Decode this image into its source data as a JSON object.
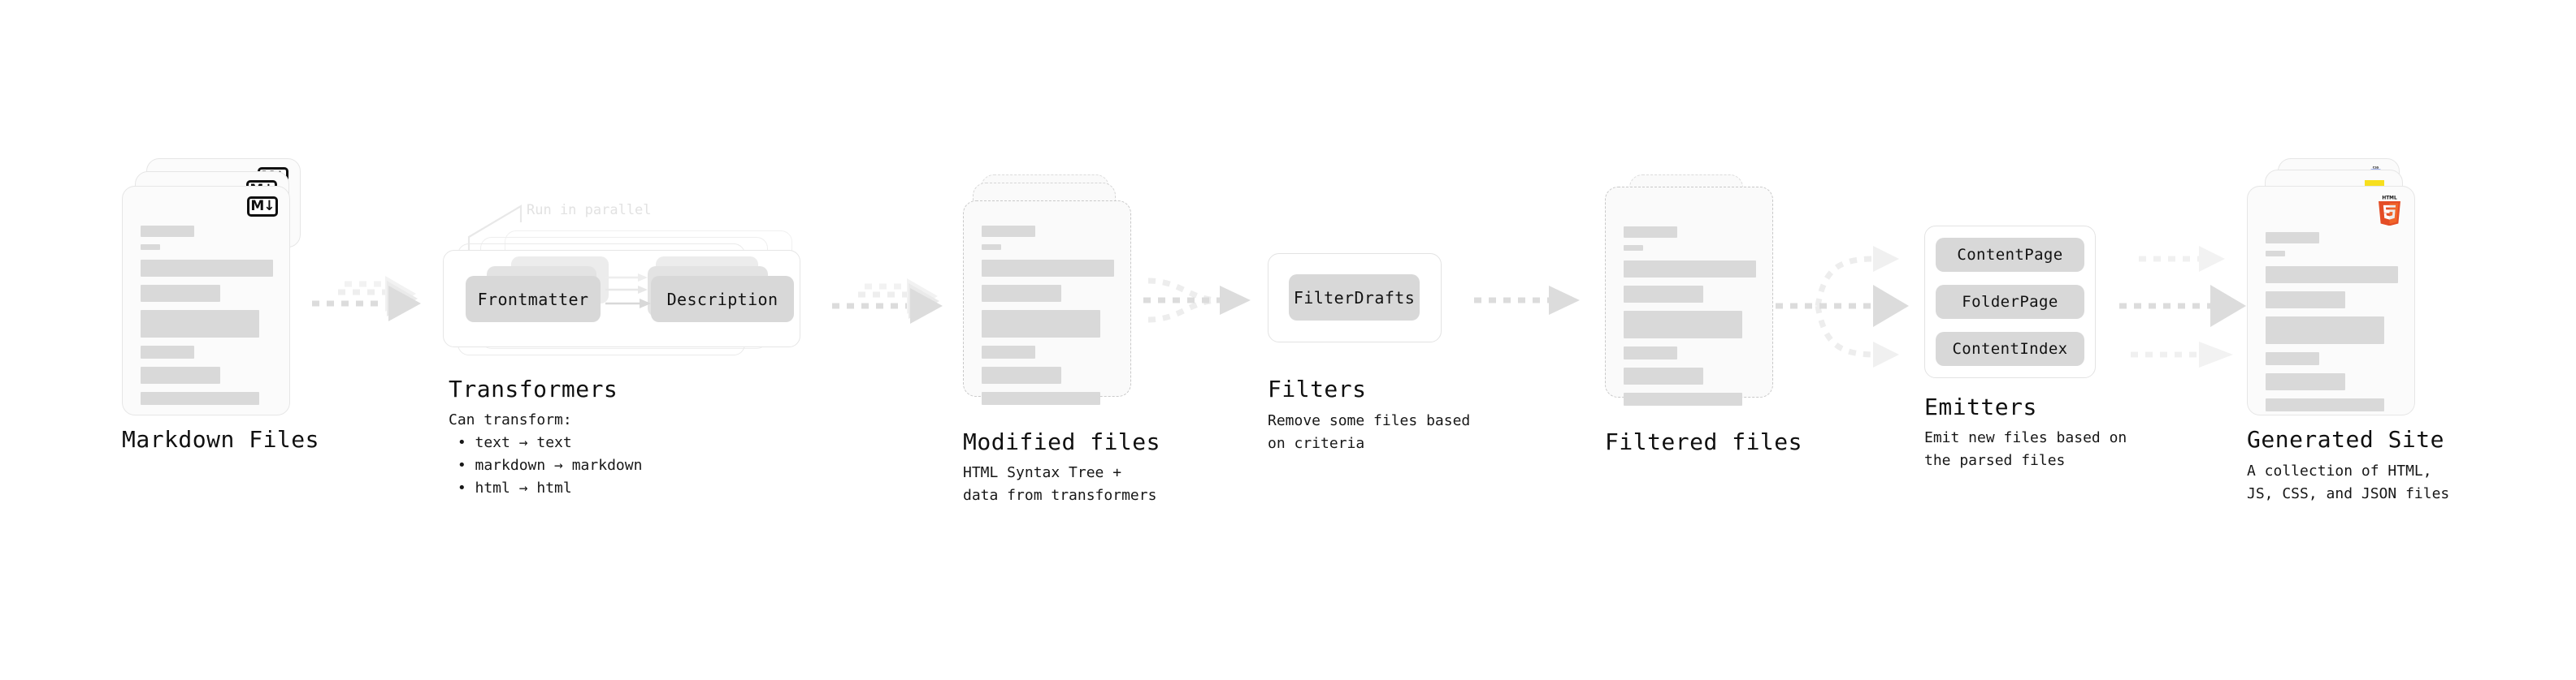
{
  "diagram": {
    "title_font_note": "",
    "colors": {
      "bar": "#d9d9d9",
      "card_bg": "#fbfbfb",
      "card_border": "#e6e6e6",
      "dashed_border": "#c9c9c9",
      "chip": "#d8d8d8",
      "arrow": "#d8d8d8",
      "arrow_faint": "#ececec",
      "annotation_text": "#e2e2e2",
      "html5_orange": "#e44d26",
      "html5_orange_light": "#f16529",
      "js_yellow": "#f7df1e",
      "css3_blue": "#264de4"
    }
  },
  "stages": [
    {
      "id": "markdown-files",
      "title": "Markdown Files",
      "desc": "",
      "icon": "markdown-icon",
      "icon_label": "M"
    },
    {
      "id": "transformers",
      "title": "Transformers",
      "desc": "Can transform:\n • text → text\n • markdown → markdown\n • html → html",
      "annotation": "Run in parallel",
      "chips": [
        "Frontmatter",
        "Description"
      ]
    },
    {
      "id": "modified-files",
      "title": "Modified files",
      "desc": "HTML Syntax Tree +\ndata from transformers"
    },
    {
      "id": "filters",
      "title": "Filters",
      "desc": "Remove some files based\non criteria",
      "chips": [
        "FilterDrafts"
      ]
    },
    {
      "id": "filtered-files",
      "title": "Filtered files",
      "desc": ""
    },
    {
      "id": "emitters",
      "title": "Emitters",
      "desc": "Emit new files based on\nthe parsed files",
      "chips": [
        "ContentPage",
        "FolderPage",
        "ContentIndex"
      ]
    },
    {
      "id": "generated-site",
      "title": "Generated Site",
      "desc": "A collection of HTML,\nJS, CSS, and JSON files",
      "badges": [
        "html5-icon",
        "js-icon",
        "css3-icon"
      ],
      "html5_text": "HTML",
      "html5_digit": "5",
      "css3_text": "CSS"
    }
  ]
}
